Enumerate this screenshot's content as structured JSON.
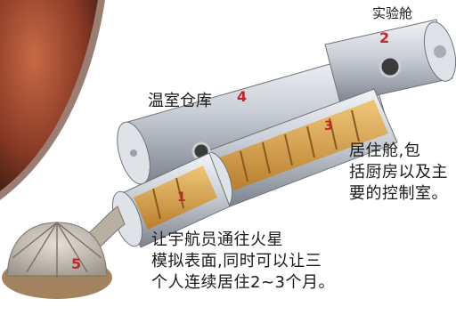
{
  "diagram": {
    "modules": [
      {
        "number": "1",
        "caption": "让宇航员通往火星\n模拟表面,同时可以让三\n个人连续居住2~3个月。"
      },
      {
        "number": "2",
        "caption": "实验舱"
      },
      {
        "number": "3",
        "caption": "居住舱,包\n括厨房以及主\n要的控制室。"
      },
      {
        "number": "4",
        "caption": "温室仓库"
      },
      {
        "number": "5",
        "caption": ""
      }
    ]
  },
  "colors": {
    "number_accent": "#c0262a",
    "cylinder_metal": "#c9ced6",
    "interior_wood": "#d7a04a",
    "planet": "#8a3a26",
    "ground": "#a38260"
  }
}
